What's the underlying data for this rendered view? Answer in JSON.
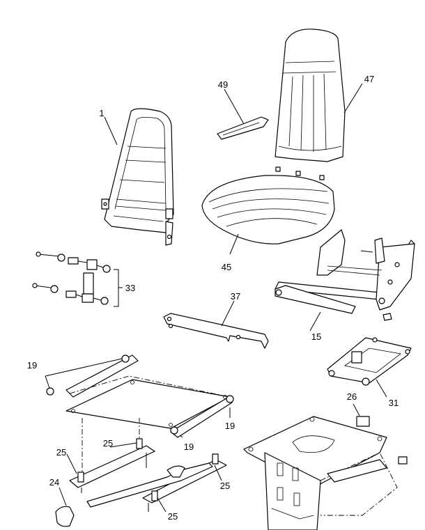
{
  "callouts": {
    "c1": "1",
    "c49": "49",
    "c47": "47",
    "c33": "33",
    "c45": "45",
    "c37": "37",
    "c15": "15",
    "c19a": "19",
    "c19b": "19",
    "c19c": "19",
    "c31": "31",
    "c26": "26",
    "c25a": "25",
    "c25b": "25",
    "c25c": "25",
    "c25d": "25",
    "c24": "24"
  }
}
